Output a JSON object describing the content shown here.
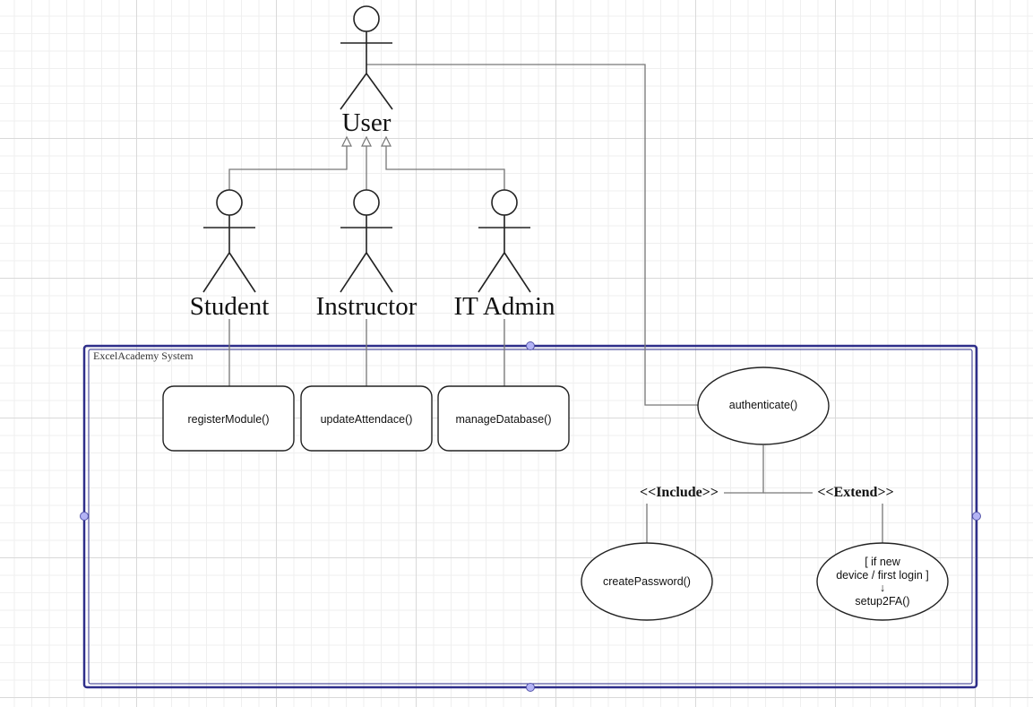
{
  "system": {
    "title": "ExcelAcademy System"
  },
  "actors": {
    "user": "User",
    "student": "Student",
    "instructor": "Instructor",
    "it_admin": "IT Admin"
  },
  "use_cases": {
    "register_module": "registerModule()",
    "update_attendance": "updateAttendace()",
    "manage_database": "manageDatabase()",
    "authenticate": "authenticate()",
    "create_password": "createPassword()",
    "setup2fa_line1": "[ if new",
    "setup2fa_line2": "device / first login ]",
    "setup2fa_arrow": "↓",
    "setup2fa_line3": "setup2FA()"
  },
  "relationships": {
    "include": "<<Include>>",
    "extend": "<<Extend>>"
  },
  "colors": {
    "system_border": "#2e2e8a",
    "selection_handle": "#b3b3f5",
    "connector": "#777777"
  }
}
